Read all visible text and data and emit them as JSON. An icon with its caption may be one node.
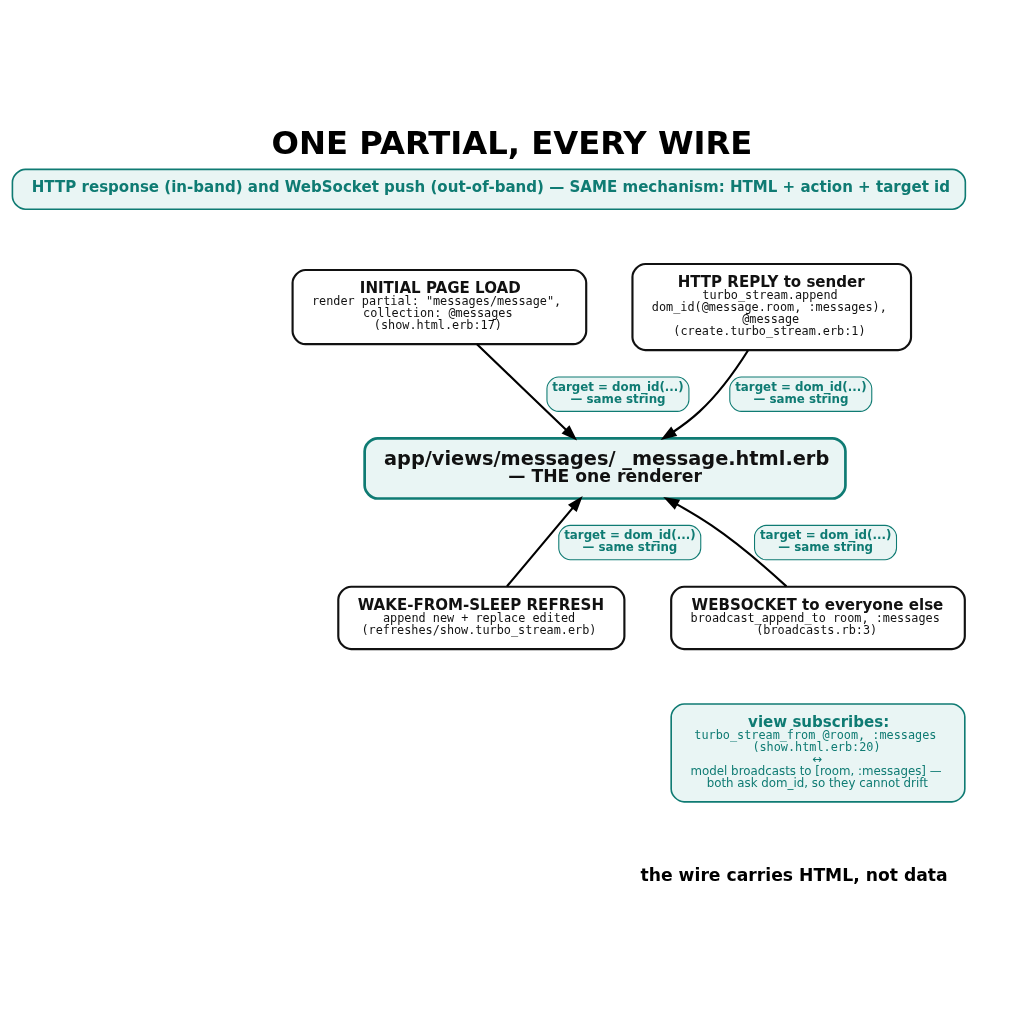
{
  "diagram": {
    "title": "ONE PARTIAL, EVERY WIRE",
    "nodes": [
      {
        "text": [
          "HTTP response (in-band) and WebSocket push (out-of-band) — SAME mechanism: HTML + action + target id"
        ]
      },
      {
        "text": [
          "INITIAL PAGE LOAD",
          "render partial: \"messages/message\", collection: @messages",
          "(show.html.erb:17)"
        ]
      },
      {
        "text": [
          "HTTP REPLY to sender",
          "turbo_stream.append dom_id(@message.room, :messages), @message",
          "(create.turbo_stream.erb:1)"
        ]
      },
      {
        "text": [
          "app/views/messages/ _message.html.erb",
          "— THE one renderer"
        ]
      },
      {
        "text": [
          "WAKE-FROM-SLEEP REFRESH",
          "append new + replace edited",
          "(refreshes/show.turbo_stream.erb)"
        ]
      },
      {
        "text": [
          "WEBSOCKET to everyone else",
          "broadcast_append_to room, :messages",
          "(broadcasts.rb:3)"
        ]
      },
      {
        "text": [
          "view subscribes:",
          "turbo_stream_from @room, :messages (show.html.erb:20)",
          "↔",
          "model broadcasts to [room, :messages] — both ask dom_id, so they cannot drift"
        ]
      }
    ],
    "edges": [
      {
        "from": 1,
        "to": 3,
        "arrow": "to",
        "label": "target = dom_id(...) — same string"
      },
      {
        "from": 2,
        "to": 3,
        "arrow": "to",
        "label": "target = dom_id(...) — same string"
      },
      {
        "from": 4,
        "to": 3,
        "arrow": "to",
        "label": "target = dom_id(...) — same string"
      },
      {
        "from": 5,
        "to": 3,
        "arrow": "to",
        "label": "target = dom_id(...) — same string"
      }
    ],
    "labels": [
      "the wire carries HTML, not data"
    ]
  }
}
